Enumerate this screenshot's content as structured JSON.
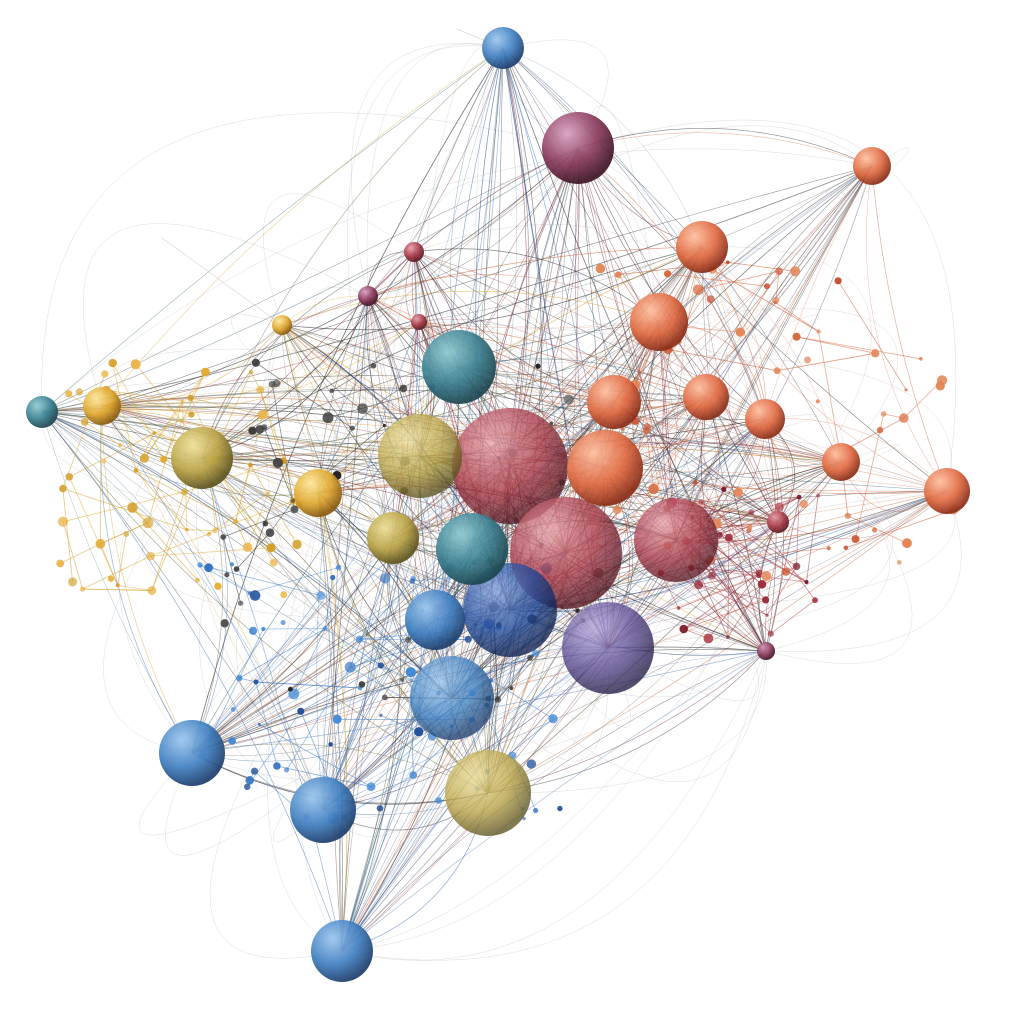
{
  "palette": {
    "background": "#ffffff",
    "blue": "#3f7fc0",
    "teal": "#3a8fa0",
    "yellow": "#e8b03a",
    "olive": "#b8a840",
    "orange": "#e0704a",
    "red": "#a83a44",
    "maroon": "#8a3048",
    "purple": "#6a4a8a",
    "dark": "#2a2a2a",
    "gray": "#9a9aa0"
  },
  "network": {
    "clusters": [
      "blue",
      "yellow",
      "orange",
      "red",
      "mixed"
    ],
    "node_count": 84,
    "has_text_labels": false
  }
}
